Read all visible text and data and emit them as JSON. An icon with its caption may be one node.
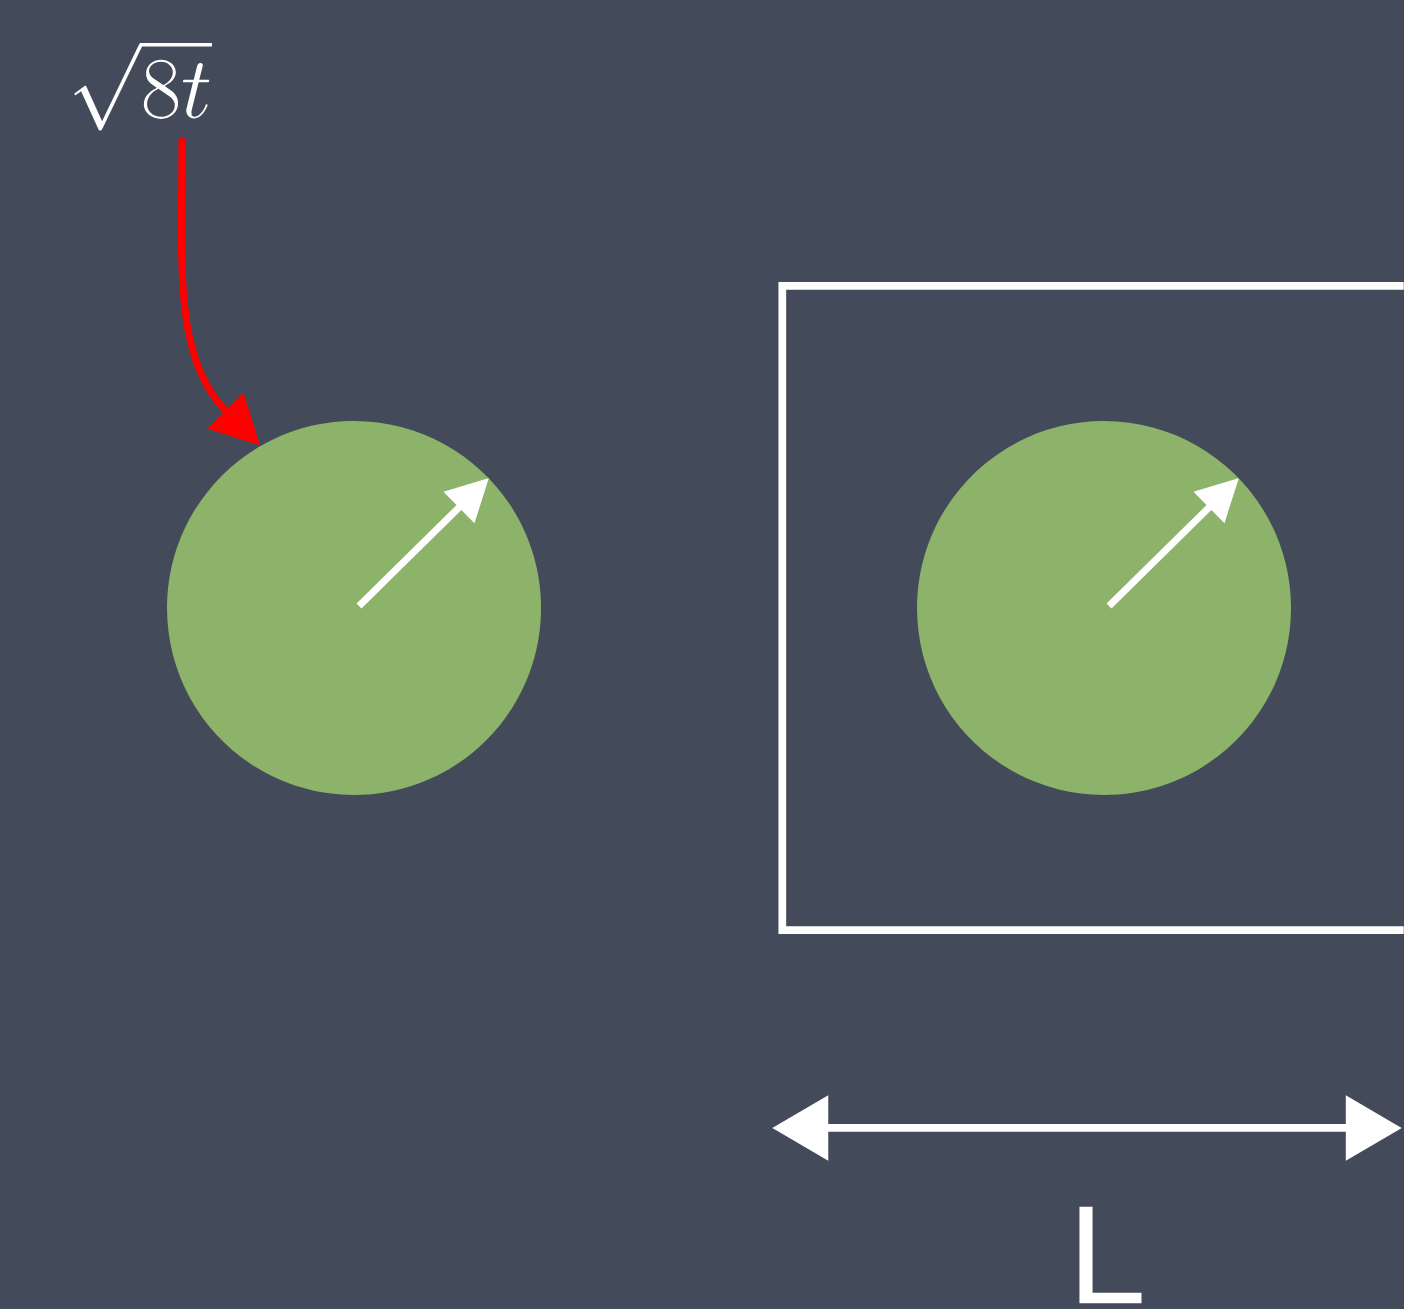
{
  "diagram": {
    "nodes": [
      {
        "text": [
          "\\sqrt{8t}"
        ]
      },
      {
        "text": [],
        "shape": "circle"
      },
      {
        "text": [],
        "shape": "box"
      },
      {
        "text": [],
        "shape": "circle",
        "in": 2
      }
    ],
    "edges": [
      {
        "from": 0,
        "to": 1,
        "arrow": "to",
        "color": "#ff0000"
      }
    ],
    "labels": [
      "L"
    ]
  }
}
